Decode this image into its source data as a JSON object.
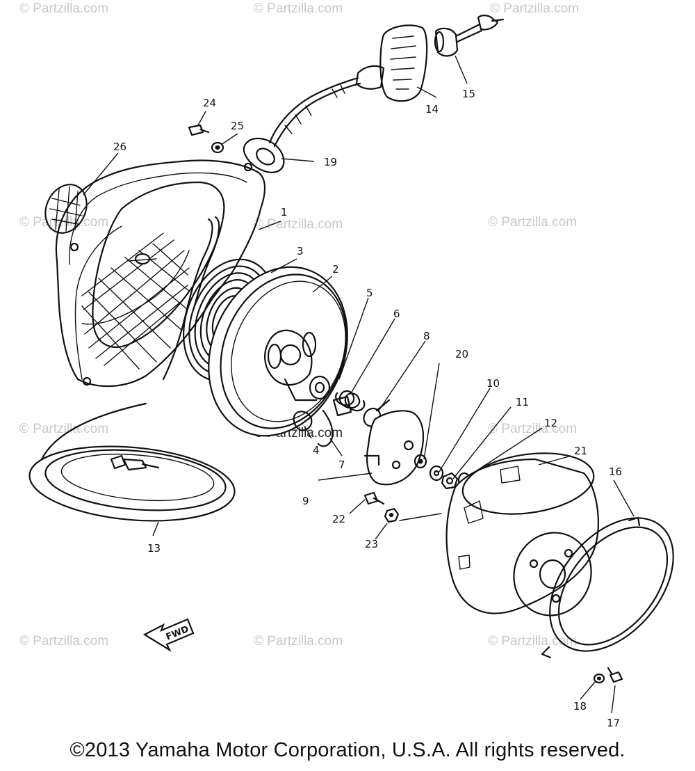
{
  "watermark_text": "© Partzilla.com",
  "fwd_label": "FWD",
  "copyright": "©2013 Yamaha Motor Corporation, U.S.A. All rights reserved.",
  "callouts": {
    "c1": "1",
    "c2": "2",
    "c3": "3",
    "c4": "4",
    "c5": "5",
    "c6": "6",
    "c7": "7",
    "c8": "8",
    "c9": "9",
    "c10": "10",
    "c11": "11",
    "c12": "12",
    "c13": "13",
    "c14": "14",
    "c15": "15",
    "c16": "16",
    "c17": "17",
    "c18": "18",
    "c19": "19",
    "c20": "20",
    "c21": "21",
    "c22": "22",
    "c23": "23",
    "c24": "24",
    "c25": "25",
    "c26": "26"
  }
}
